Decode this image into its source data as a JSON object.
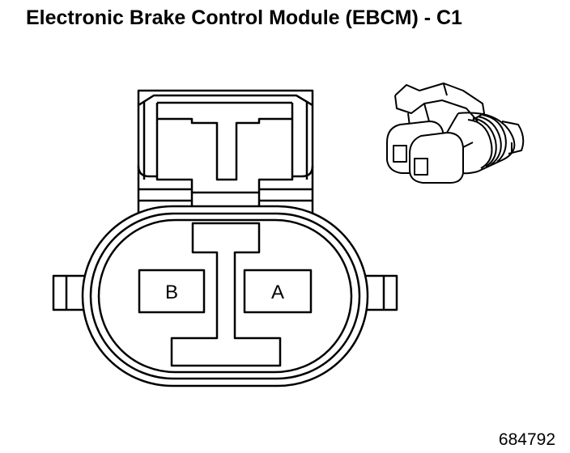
{
  "title": "Electronic Brake Control Module (EBCM) - C1",
  "figure_number": "684792",
  "pins": [
    {
      "label": "B"
    },
    {
      "label": "A"
    }
  ],
  "colors": {
    "line": "#000000",
    "background": "#ffffff"
  }
}
